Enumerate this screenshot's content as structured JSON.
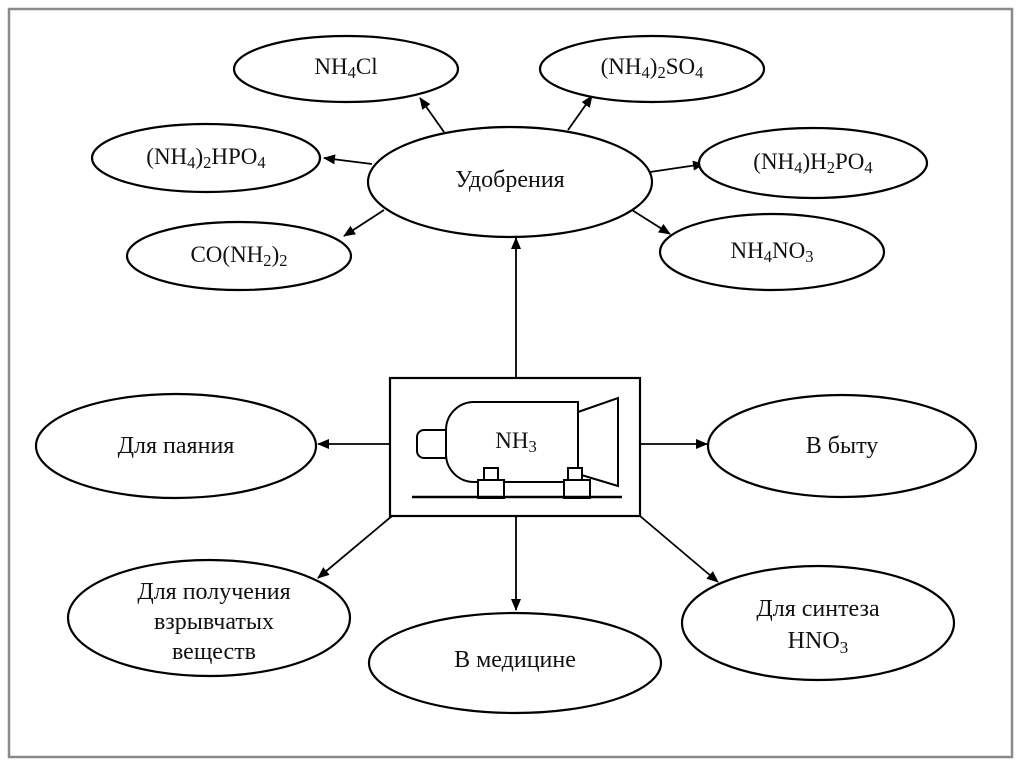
{
  "center": {
    "formula": {
      "base": "NH",
      "sub": "3"
    }
  },
  "hub": {
    "label": "Удобрения"
  },
  "fertilizers": [
    {
      "id": "nh4cl",
      "parts": [
        {
          "t": "NH"
        },
        {
          "t": "4",
          "sub": true
        },
        {
          "t": "Cl"
        }
      ]
    },
    {
      "id": "nh4-2so4",
      "parts": [
        {
          "t": "(NH"
        },
        {
          "t": "4",
          "sub": true
        },
        {
          "t": ")"
        },
        {
          "t": "2",
          "sub": true
        },
        {
          "t": "SO"
        },
        {
          "t": "4",
          "sub": true
        }
      ]
    },
    {
      "id": "nh4-2hpo4",
      "parts": [
        {
          "t": "(NH"
        },
        {
          "t": "4",
          "sub": true
        },
        {
          "t": ")"
        },
        {
          "t": "2",
          "sub": true
        },
        {
          "t": "HPO"
        },
        {
          "t": "4",
          "sub": true
        }
      ]
    },
    {
      "id": "nh4h2po4",
      "parts": [
        {
          "t": "(NH"
        },
        {
          "t": "4",
          "sub": true
        },
        {
          "t": ")H"
        },
        {
          "t": "2",
          "sub": true
        },
        {
          "t": "PO"
        },
        {
          "t": "4",
          "sub": true
        }
      ]
    },
    {
      "id": "urea",
      "parts": [
        {
          "t": "CO(NH"
        },
        {
          "t": "2",
          "sub": true
        },
        {
          "t": ")"
        },
        {
          "t": "2",
          "sub": true
        }
      ]
    },
    {
      "id": "nh4no3",
      "parts": [
        {
          "t": "NH"
        },
        {
          "t": "4",
          "sub": true
        },
        {
          "t": "NO"
        },
        {
          "t": "3",
          "sub": true
        }
      ]
    }
  ],
  "uses": {
    "soldering": "Для паяния",
    "household": "В быту",
    "explosives": [
      "Для получения",
      "взрывчатых",
      "веществ"
    ],
    "medicine": "В медицине",
    "hno3": {
      "line1": "Для синтеза",
      "line2": {
        "base": "HNO",
        "sub": "3"
      }
    }
  }
}
